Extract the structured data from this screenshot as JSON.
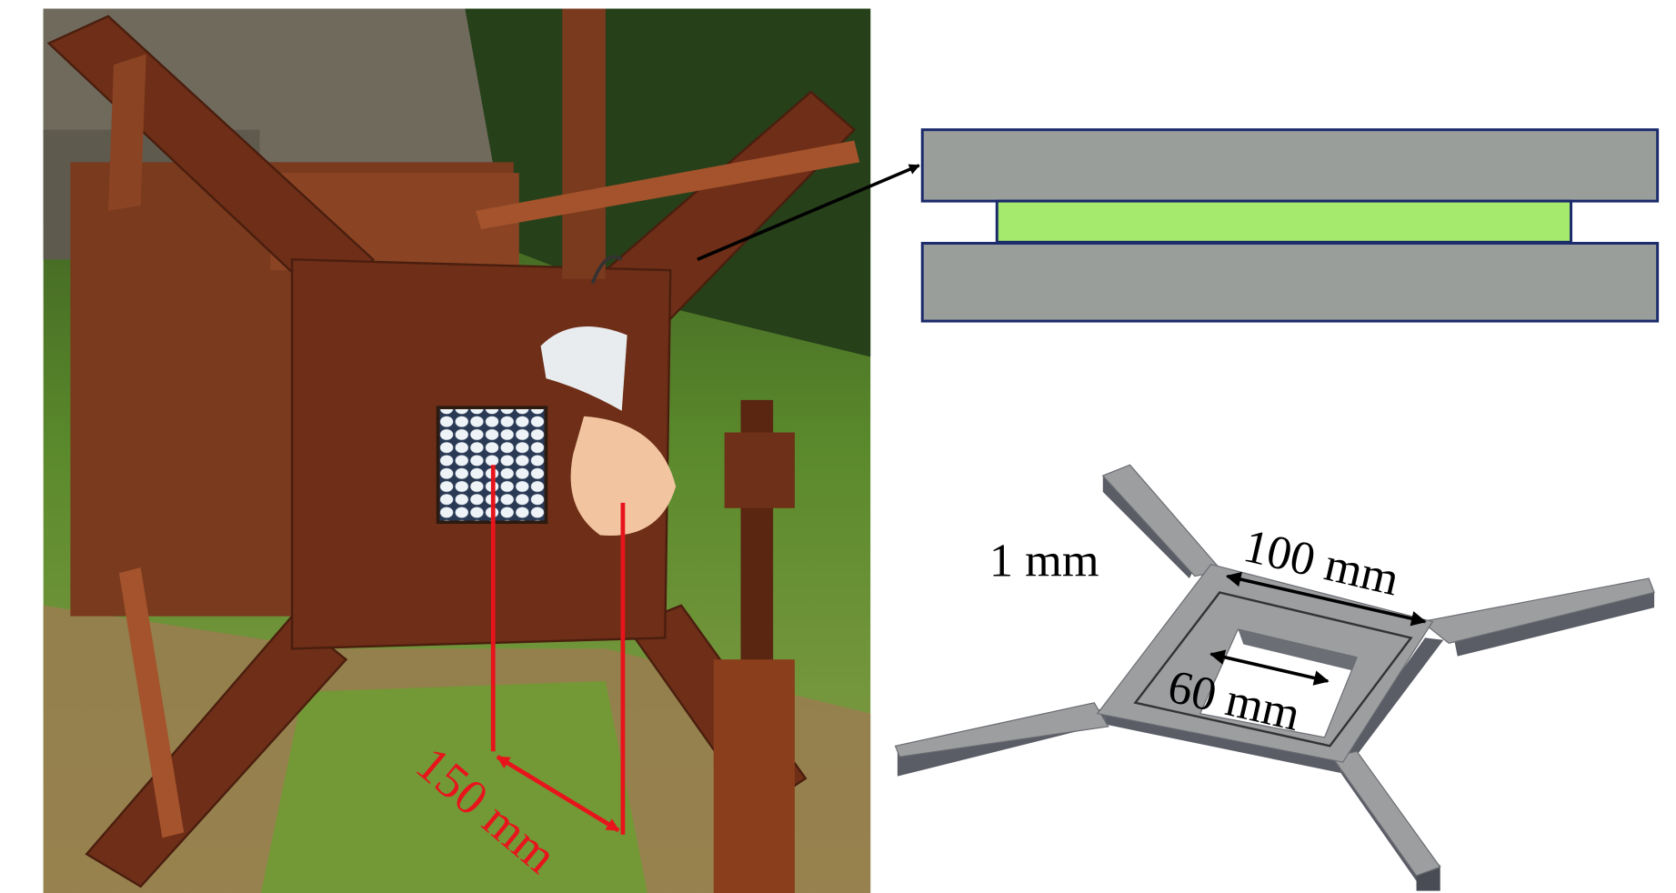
{
  "photo": {
    "distance_label": "150 mm",
    "line_color": "#e8141c"
  },
  "sandwich": {
    "plate_color": "#9a9e9b",
    "core_color": "#a5ea6c",
    "outline_color": "#1b2a6b"
  },
  "frame_model": {
    "thickness_label": "1 mm",
    "outer_label": "100 mm",
    "inner_label": "60 mm",
    "face_color": "#9c9e9f",
    "side_color": "#5a5c66"
  }
}
